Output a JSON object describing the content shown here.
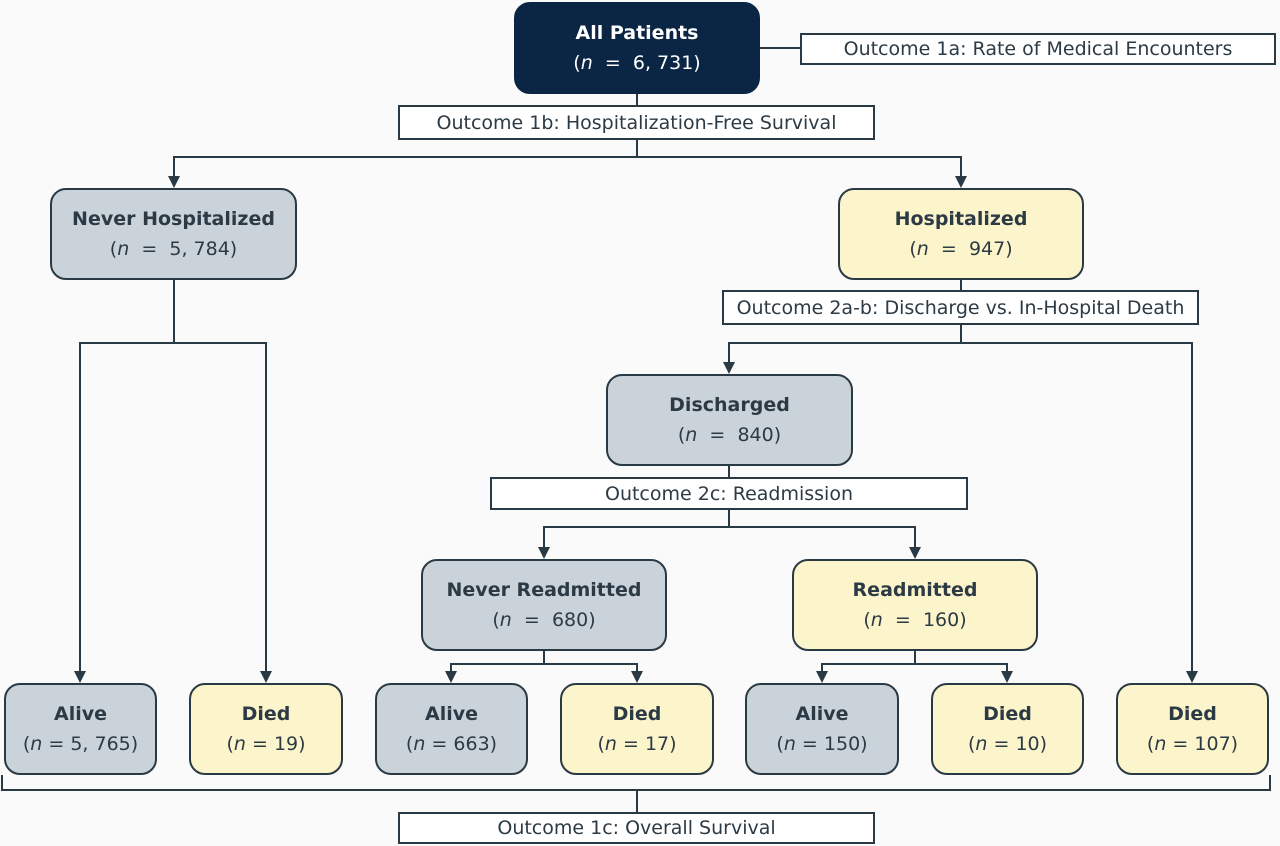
{
  "nodes": {
    "all_patients": {
      "title": "All Patients",
      "count": "6, 731"
    },
    "never_hospitalized": {
      "title": "Never Hospitalized",
      "count": "5, 784"
    },
    "hospitalized": {
      "title": "Hospitalized",
      "count": "947"
    },
    "discharged": {
      "title": "Discharged",
      "count": "840"
    },
    "never_readmitted": {
      "title": "Never Readmitted",
      "count": "680"
    },
    "readmitted": {
      "title": "Readmitted",
      "count": "160"
    },
    "nh_alive": {
      "title": "Alive",
      "count": "5, 765"
    },
    "nh_died": {
      "title": "Died",
      "count": "19"
    },
    "nr_alive": {
      "title": "Alive",
      "count": "663"
    },
    "nr_died": {
      "title": "Died",
      "count": "17"
    },
    "r_alive": {
      "title": "Alive",
      "count": "150"
    },
    "r_died": {
      "title": "Died",
      "count": "10"
    },
    "inhosp_died": {
      "title": "Died",
      "count": "107"
    }
  },
  "n_symbol": "n",
  "equals": "=",
  "outcomes": {
    "o1a": "Outcome 1a: Rate of Medical Encounters",
    "o1b": "Outcome 1b: Hospitalization-Free Survival",
    "o2ab": "Outcome 2a-b: Discharge vs. In-Hospital Death",
    "o2c": "Outcome 2c: Readmission",
    "o1c": "Outcome 1c: Overall Survival"
  },
  "colors": {
    "root_fill": "#0b2545",
    "grey_fill": "#cbd3da",
    "yellow_fill": "#fcf5cc",
    "line": "#2a3a44"
  }
}
